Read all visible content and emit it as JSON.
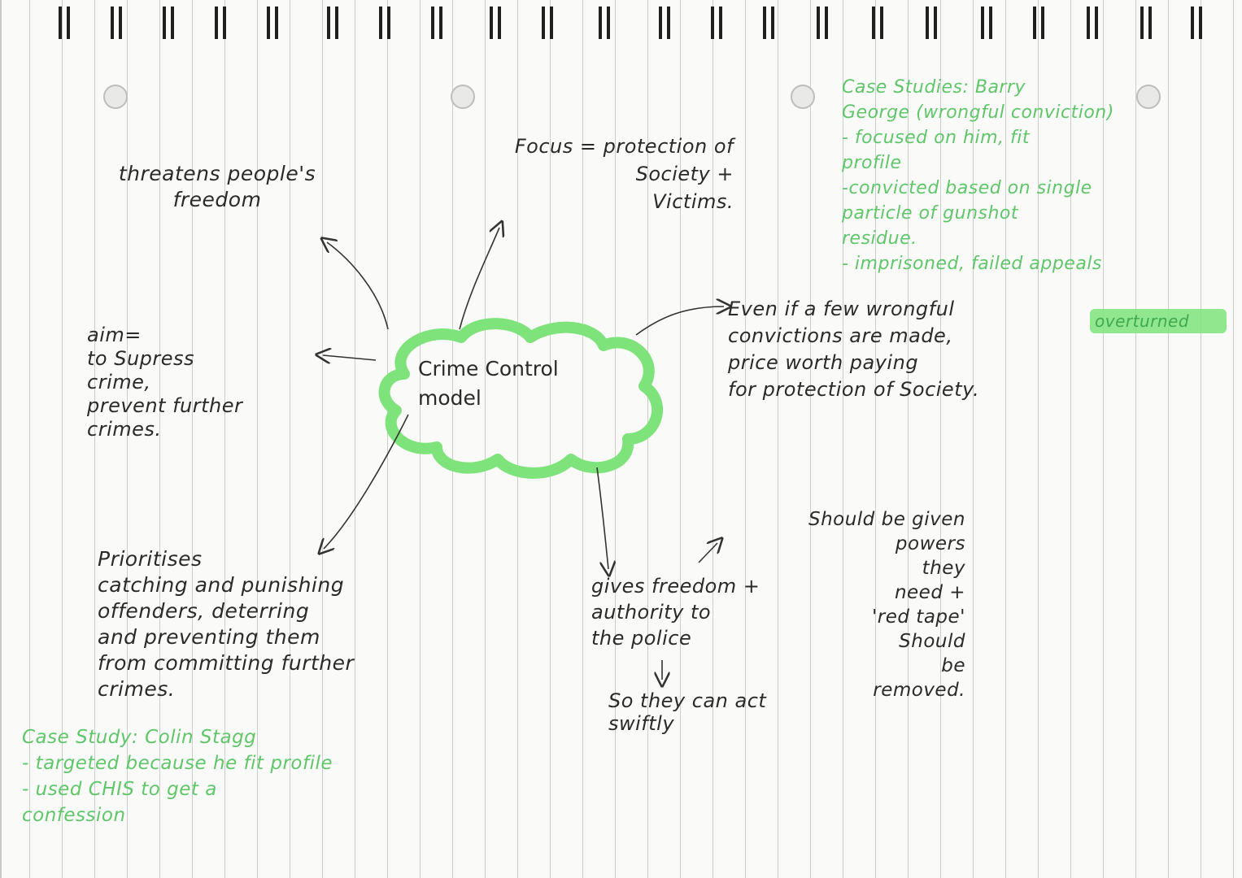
{
  "diagram": {
    "center": "Crime Control\nmodel",
    "nodes": {
      "threatens": "threatens people's\nfreedom",
      "focus": "Focus = protection of\nSociety +\nVictims.",
      "aim": "aim=\nto Supress\ncrime,\nprevent further\ncrimes.",
      "prioritises": "Prioritises\ncatching and punishing\noffenders, deterring\nand preventing them\nfrom committing further\ncrimes.",
      "wrongful": "Even if a few wrongful\nconvictions are made,\nprice worth paying\nfor protection of Society.",
      "police": "gives freedom +\nauthority to\nthe police",
      "swiftly": "So they can act\nswiftly",
      "powers": "Should be given\npowers\nthey\nneed +\n'red tape'\nShould\nbe\nremoved."
    },
    "case_studies": {
      "barry_george": "Case Studies: Barry\nGeorge (wrongful conviction)\n- focused on him, fit\nprofile\n-convicted based on single\nparticle of gunshot\nresidue.\n- imprisoned, failed appeals",
      "overturned": "overturned",
      "colin_stagg": "Case Study: Colin Stagg\n- targeted because he fit profile\n- used CHIS to get a\nconfession"
    }
  },
  "colors": {
    "ink": "#2a2a2a",
    "green": "#5fc66a",
    "highlight": "#7ee37a"
  }
}
